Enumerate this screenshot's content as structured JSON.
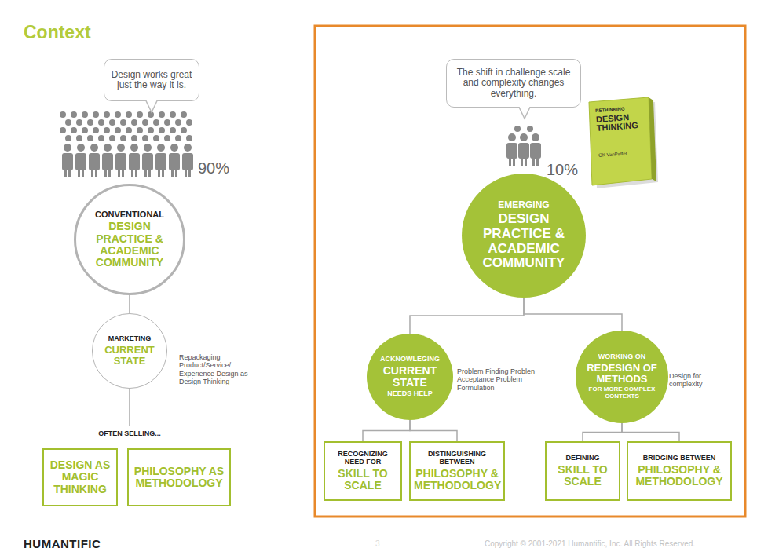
{
  "diagram": {
    "title": "Context",
    "nodes": [
      {
        "text": [
          "Design works great just the way it is."
        ]
      },
      {
        "text": [
          "CONVENTIONAL",
          "DESIGN PRACTICE & ACADEMIC COMMUNITY"
        ]
      },
      {
        "text": [
          "MARKETING",
          "CURRENT STATE"
        ]
      },
      {
        "text": [
          "DESIGN AS MAGIC THINKING"
        ]
      },
      {
        "text": [
          "PHILOSOPHY AS METHODOLOGY"
        ]
      },
      {
        "text": [
          "The shift in challenge scale and complexity changes everything."
        ]
      },
      {
        "text": [
          "EMERGING",
          "DESIGN PRACTICE & ACADEMIC COMMUNITY"
        ]
      },
      {
        "text": [
          "ACKNOWLEGING",
          "CURRENT STATE",
          "NEEDS HELP"
        ]
      },
      {
        "text": [
          "WORKING ON",
          "REDESIGN OF METHODS",
          "FOR MORE COMPLEX CONTEXTS"
        ]
      },
      {
        "text": [
          "RECOGNIZING NEED FOR",
          "SKILL TO SCALE"
        ]
      },
      {
        "text": [
          "DISTINGUISHING BETWEEN",
          "PHILOSOPHY & METHODOLOGY"
        ]
      },
      {
        "text": [
          "DEFINING",
          "SKILL TO SCALE"
        ]
      },
      {
        "text": [
          "BRIDGING BETWEEN",
          "PHILOSOPHY & METHODOLOGY"
        ]
      }
    ],
    "edges": [
      {
        "from": 1,
        "to": 2,
        "arrow": "none"
      },
      {
        "from": 6,
        "to": 7,
        "arrow": "none"
      },
      {
        "from": 6,
        "to": 8,
        "arrow": "none"
      },
      {
        "from": 7,
        "to": 9,
        "arrow": "none"
      },
      {
        "from": 7,
        "to": 10,
        "arrow": "none"
      },
      {
        "from": 8,
        "to": 11,
        "arrow": "none"
      },
      {
        "from": 8,
        "to": 12,
        "arrow": "none"
      }
    ],
    "labels": [
      "90%",
      "Repackaging Product/Service/ Experience Design as Design Thinking",
      "OFTEN SELLING...",
      "10%",
      "RETHINKING",
      "DESIGN THINKING",
      "GK VanPatter",
      "Problem Finding Problen Acceptance Problem Formulation",
      "Design for complexity",
      "HUMANTIFIC",
      "3",
      "Copyright © 2001-2021 Humantific, Inc. All Rights Reserved."
    ]
  }
}
